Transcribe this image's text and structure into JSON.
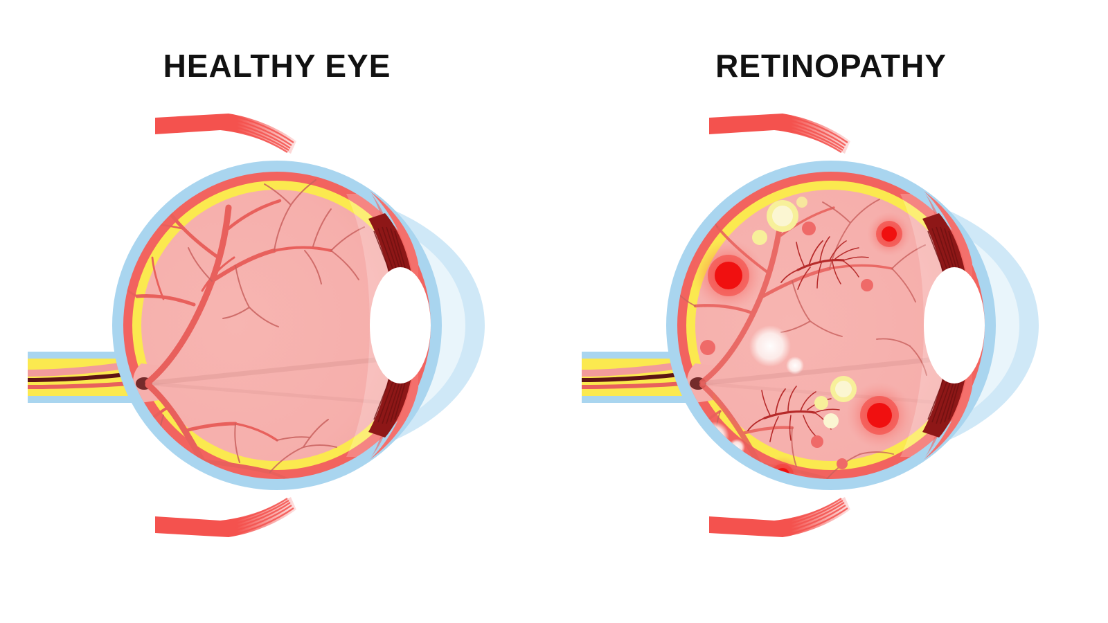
{
  "figure": {
    "kind": "medical-illustration",
    "subject": "comparative cross-section of the human eye",
    "background_color": "#ffffff",
    "panel_count": 2
  },
  "panels": [
    {
      "id": "healthy",
      "title": "HEALTHY EYE",
      "title_color": "#111111",
      "has_pathology": false
    },
    {
      "id": "retinopathy",
      "title": "RETINOPATHY",
      "title_color": "#111111",
      "has_pathology": true
    }
  ],
  "palette": {
    "background": "#ffffff",
    "sclera_blue": "#a9d5ef",
    "cornea_blue": "#bfe0f4",
    "choroid_red": "#f2635f",
    "retina_yellow": "#fbe94f",
    "vitreous_pink": "#f6afac",
    "vitreous_pink_light": "#f7bcb8",
    "iris_coral": "#f4706c",
    "ciliary_dark_red": "#8e1717",
    "lens_white": "#ffffff",
    "vessel_red": "#e8605c",
    "vessel_dark": "#b04542",
    "muscle_red": "#f4524e",
    "optic_nerve_dark": "#5d1414",
    "hemorrhage_core": "#f01010",
    "hemorrhage_mid": "#f4403a",
    "hemorrhage_halo": "#f8837e",
    "exudate_yellow": "#f7f09a",
    "exudate_pale": "#fbf6d2",
    "cotton_wool_white": "#fdf4f2",
    "neovessel_dark": "#b62a2a",
    "microaneurysm_red": "#ef6a68"
  },
  "anatomy_layers": [
    {
      "name": "sclera",
      "color": "#a9d5ef",
      "note": "outermost light blue coat"
    },
    {
      "name": "choroid",
      "color": "#f2635f",
      "note": "red vascular middle coat"
    },
    {
      "name": "retina",
      "color": "#fbe94f",
      "note": "yellow inner sensory layer"
    },
    {
      "name": "vitreous-body",
      "color": "#f6afac",
      "note": "pink gel filling the globe"
    },
    {
      "name": "cornea",
      "color": "#bfe0f4",
      "note": "transparent blue anterior dome"
    },
    {
      "name": "lens",
      "color": "#ffffff",
      "note": "white biconvex ellipse"
    },
    {
      "name": "iris",
      "color": "#f4706c",
      "note": "coral anterior ring"
    },
    {
      "name": "ciliary-body",
      "color": "#8e1717",
      "note": "dark red with zonule striations"
    },
    {
      "name": "optic-nerve",
      "color": "#5d1414",
      "note": "stalk at posterior pole"
    },
    {
      "name": "extraocular-muscle",
      "color": "#f4524e",
      "note": "striated rectus bands top and bottom"
    }
  ],
  "pathology_findings": [
    {
      "name": "hemorrhage",
      "count": 4,
      "color": "#f01010",
      "description": "bright red blot hemorrhages with diffuse halos"
    },
    {
      "name": "hard-exudate",
      "count": 6,
      "color": "#f7f09a",
      "description": "pale yellow lipid deposits, some ring shaped"
    },
    {
      "name": "cotton-wool-spot",
      "count": 5,
      "color": "#fdf4f2",
      "description": "soft white nerve fibre layer infarcts"
    },
    {
      "name": "neovascularization",
      "count": 2,
      "color": "#b62a2a",
      "description": "dense fan shaped new vessel tufts"
    },
    {
      "name": "microaneurysm",
      "count": 6,
      "color": "#ef6a68",
      "description": "small round red capillary outpouchings"
    }
  ]
}
